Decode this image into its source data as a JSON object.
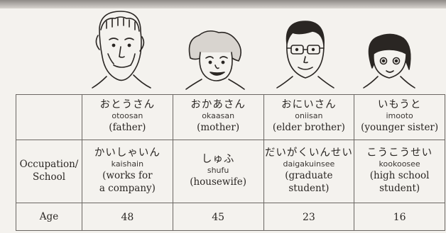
{
  "members": [
    {
      "kana": "おとうさん",
      "romaji": "otoosan",
      "english": "(father)"
    },
    {
      "kana": "おかあさん",
      "romaji": "okaasan",
      "english": "(mother)"
    },
    {
      "kana": "おにいさん",
      "romaji": "oniisan",
      "english": "(elder brother)"
    },
    {
      "kana": "いもうと",
      "romaji": "imooto",
      "english": "(younger sister)"
    }
  ],
  "occupation": {
    "label_line1": "Occupation/",
    "label_line2": "School",
    "items": [
      {
        "kana": "かいしゃいん",
        "romaji": "kaishain",
        "english_line1": "(works for",
        "english_line2": "a company)"
      },
      {
        "kana": "しゅふ",
        "romaji": "shufu",
        "english_line1": "(housewife)",
        "english_line2": ""
      },
      {
        "kana": "だいがくいんせい",
        "romaji": "daigakuinsee",
        "english_line1": "(graduate",
        "english_line2": "student)"
      },
      {
        "kana": "こうこうせい",
        "romaji": "kookoosee",
        "english_line1": "(high school",
        "english_line2": "student)"
      }
    ]
  },
  "age": {
    "label": "Age",
    "values": [
      "48",
      "45",
      "23",
      "16"
    ]
  },
  "portrait_icons": [
    "father-portrait-icon",
    "mother-portrait-icon",
    "brother-portrait-icon",
    "sister-portrait-icon"
  ]
}
